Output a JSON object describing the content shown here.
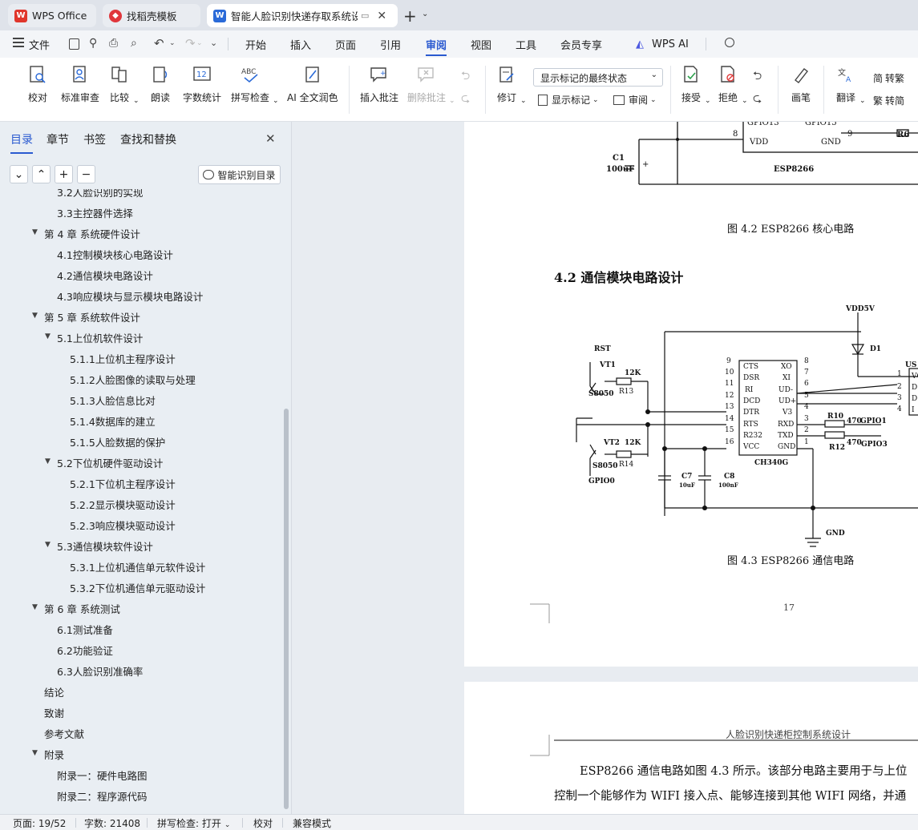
{
  "tabs": [
    {
      "label": "WPS Office",
      "active": false
    },
    {
      "label": "找稻壳模板",
      "active": false
    },
    {
      "label": "智能人脸识别快递存取系统设",
      "active": true
    }
  ],
  "menu": [
    "文件",
    "开始",
    "插入",
    "页面",
    "引用",
    "审阅",
    "视图",
    "工具",
    "会员专享",
    "WPS AI"
  ],
  "menu_active": "审阅",
  "ribbon": {
    "proofread": "校对",
    "standard_review": "标准审查",
    "compare": "比较",
    "read_aloud": "朗读",
    "word_count": "字数统计",
    "spell_check": "拼写检查",
    "ai_polish": "AI 全文润色",
    "insert_comment": "插入批注",
    "delete_comment": "删除批注",
    "track_changes": "修订",
    "display_select": "显示标记的最终状态",
    "show_markup": "显示标记",
    "review": "审阅",
    "accept": "接受",
    "reject": "拒绝",
    "pen": "画笔",
    "translate": "翻译",
    "to_traditional": "转繁",
    "to_simplified": "转简"
  },
  "sidebar": {
    "tabs": [
      "目录",
      "章节",
      "书签",
      "查找和替换"
    ],
    "smart_toc": "智能识别目录",
    "toc": [
      {
        "label": "3.2人脸识别的实现",
        "level": 2,
        "arrow": false
      },
      {
        "label": "3.3主控器件选择",
        "level": 2,
        "arrow": false
      },
      {
        "label": "第 4 章  系统硬件设计",
        "level": 1,
        "arrow": true
      },
      {
        "label": "4.1控制模块核心电路设计",
        "level": 2,
        "arrow": false
      },
      {
        "label": "4.2通信模块电路设计",
        "level": 2,
        "arrow": false
      },
      {
        "label": "4.3响应模块与显示模块电路设计",
        "level": 2,
        "arrow": false
      },
      {
        "label": "第 5 章  系统软件设计",
        "level": 1,
        "arrow": true
      },
      {
        "label": "5.1上位机软件设计",
        "level": 2,
        "arrow": true
      },
      {
        "label": "5.1.1上位机主程序设计",
        "level": 3,
        "arrow": false
      },
      {
        "label": "5.1.2人脸图像的读取与处理",
        "level": 3,
        "arrow": false
      },
      {
        "label": "5.1.3人脸信息比对",
        "level": 3,
        "arrow": false
      },
      {
        "label": "5.1.4数据库的建立",
        "level": 3,
        "arrow": false
      },
      {
        "label": "5.1.5人脸数据的保护",
        "level": 3,
        "arrow": false
      },
      {
        "label": "5.2下位机硬件驱动设计",
        "level": 2,
        "arrow": true
      },
      {
        "label": "5.2.1下位机主程序设计",
        "level": 3,
        "arrow": false
      },
      {
        "label": "5.2.2显示模块驱动设计",
        "level": 3,
        "arrow": false
      },
      {
        "label": "5.2.3响应模块驱动设计",
        "level": 3,
        "arrow": false
      },
      {
        "label": "5.3通信模块软件设计",
        "level": 2,
        "arrow": true
      },
      {
        "label": "5.3.1上位机通信单元软件设计",
        "level": 3,
        "arrow": false
      },
      {
        "label": "5.3.2下位机通信单元驱动设计",
        "level": 3,
        "arrow": false
      },
      {
        "label": "第 6 章  系统测试",
        "level": 1,
        "arrow": true
      },
      {
        "label": "6.1测试准备",
        "level": 2,
        "arrow": false
      },
      {
        "label": "6.2功能验证",
        "level": 2,
        "arrow": false
      },
      {
        "label": "6.3人脸识别准确率",
        "level": 2,
        "arrow": false
      },
      {
        "label": "结论",
        "level": 1,
        "arrow": false
      },
      {
        "label": "致谢",
        "level": 1,
        "arrow": false
      },
      {
        "label": "参考文献",
        "level": 1,
        "arrow": false
      },
      {
        "label": "附录",
        "level": 1,
        "arrow": true
      },
      {
        "label": "附录一：硬件电路图",
        "level": 2,
        "arrow": false
      },
      {
        "label": "附录二：程序源代码",
        "level": 2,
        "arrow": false
      }
    ]
  },
  "document": {
    "fig42_caption": "图 4.2 ESP8266 核心电路",
    "section_heading": "4.2 通信模块电路设计",
    "fig43_caption": "图 4.3 ESP8266 通信电路",
    "page_number": "17",
    "header_text": "人脸识别快递柜控制系统设计",
    "para_line1": "ESP8266 通信电路如图  4.3 所示。该部分电路主要用于与上位",
    "para_line2": "控制一个能够作为  WIFI 接入点、能够连接到其他  WIFI 网络，并通"
  },
  "status": {
    "page": "页面: 19/52",
    "words": "字数: 21408",
    "spell": "拼写检查: 打开",
    "proof": "校对",
    "compat": "兼容模式"
  }
}
